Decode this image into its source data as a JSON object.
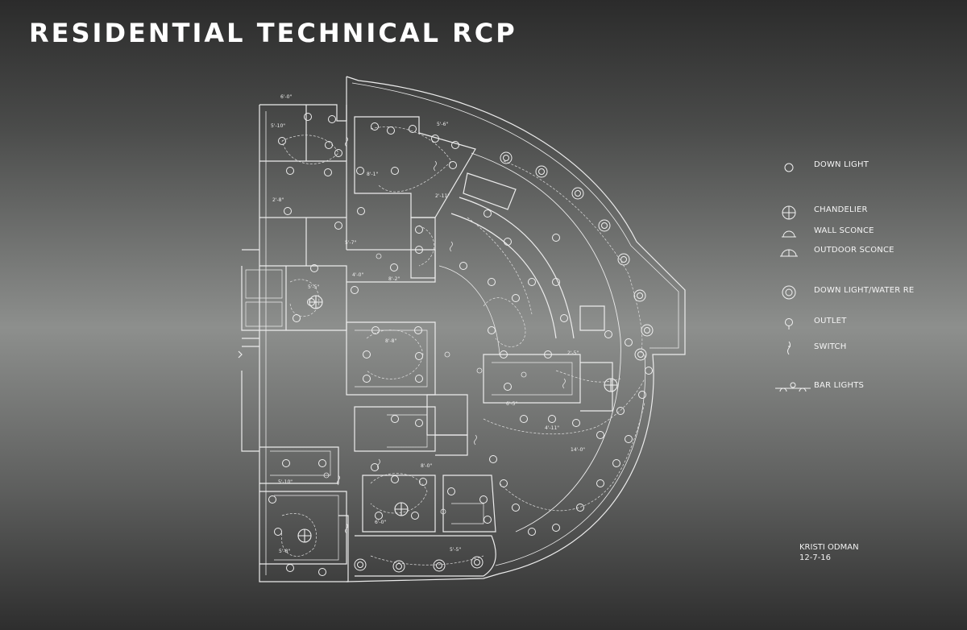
{
  "title": "RESIDENTIAL TECHNICAL RCP",
  "legend": [
    {
      "icon": "down-light-icon",
      "label": "DOWN LIGHT"
    },
    {
      "icon": "chandelier-icon",
      "label": "CHANDELIER"
    },
    {
      "icon": "wall-sconce-icon",
      "label": "WALL SCONCE"
    },
    {
      "icon": "outdoor-sconce-icon",
      "label": "OUTDOOR SCONCE"
    },
    {
      "icon": "down-light-water-icon",
      "label": "DOWN LIGHT/WATER RE"
    },
    {
      "icon": "outlet-icon",
      "label": "OUTLET"
    },
    {
      "icon": "switch-icon",
      "label": "SWITCH"
    },
    {
      "icon": "bar-lights-icon",
      "label": "BAR LIGHTS"
    }
  ],
  "author": "KRISTI ODMAN",
  "date": "12-7-16",
  "dimensions": [
    "6'-0\"",
    "5'-10\"",
    "5'-6\"",
    "8'-1\"",
    "2'-11\"",
    "5'-7\"",
    "4'-0\"",
    "8'-2\"",
    "5'-5\"",
    "8'-8\"",
    "2'-5\"",
    "6'-5\"",
    "4'-11\"",
    "14'-0\"",
    "8'-0\"",
    "5'-10\"",
    "6'-0\"",
    "5'-5\"",
    "2'-8\"",
    "5'-8\""
  ],
  "colors": {
    "line": "#ececec",
    "text": "#ffffff"
  }
}
